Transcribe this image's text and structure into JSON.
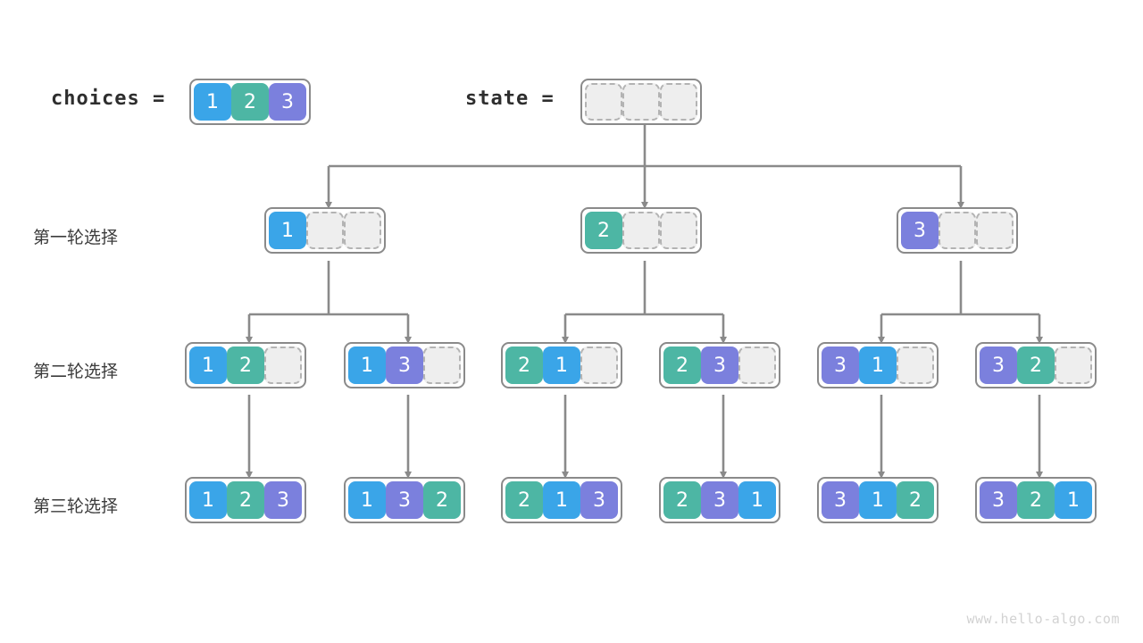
{
  "diagram": {
    "title_watermark": "www.hello-algo.com",
    "colors": {
      "value_1": "#3aa5e8",
      "value_2": "#4db6a4",
      "value_3": "#7b80dd",
      "border": "#8a8a8a",
      "empty_fill": "#eeeeee",
      "empty_border": "#b3b3b3",
      "connector": "#8a8a8a",
      "text": "#3b3b3b"
    },
    "header": {
      "choices_label": "choices  =",
      "choices_values": [
        "1",
        "2",
        "3"
      ],
      "state_label": "state  =",
      "state_values": [
        "",
        "",
        ""
      ]
    },
    "row_labels": [
      "第一轮选择",
      "第二轮选择",
      "第三轮选择"
    ],
    "level1": [
      {
        "cells": [
          "1",
          "",
          ""
        ]
      },
      {
        "cells": [
          "2",
          "",
          ""
        ]
      },
      {
        "cells": [
          "3",
          "",
          ""
        ]
      }
    ],
    "level2": [
      {
        "cells": [
          "1",
          "2",
          ""
        ]
      },
      {
        "cells": [
          "1",
          "3",
          ""
        ]
      },
      {
        "cells": [
          "2",
          "1",
          ""
        ]
      },
      {
        "cells": [
          "2",
          "3",
          ""
        ]
      },
      {
        "cells": [
          "3",
          "1",
          ""
        ]
      },
      {
        "cells": [
          "3",
          "2",
          ""
        ]
      }
    ],
    "level3": [
      {
        "cells": [
          "1",
          "2",
          "3"
        ]
      },
      {
        "cells": [
          "1",
          "3",
          "2"
        ]
      },
      {
        "cells": [
          "2",
          "1",
          "3"
        ]
      },
      {
        "cells": [
          "2",
          "3",
          "1"
        ]
      },
      {
        "cells": [
          "3",
          "1",
          "2"
        ]
      },
      {
        "cells": [
          "3",
          "2",
          "1"
        ]
      }
    ]
  }
}
